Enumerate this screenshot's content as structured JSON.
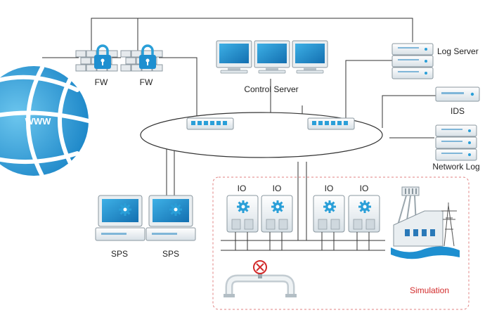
{
  "diagram": {
    "internet": {
      "label": "WWW",
      "icon": "globe-icon"
    },
    "firewalls": [
      {
        "label": "FW",
        "icon": "firewall-lock-icon"
      },
      {
        "label": "FW",
        "icon": "firewall-lock-icon"
      }
    ],
    "control_server": {
      "label": "Control Server",
      "icon": "monitor-icon"
    },
    "log_server": {
      "label": "Log Server",
      "icon": "server-rack-icon"
    },
    "ids": {
      "label": "IDS",
      "icon": "server-unit-icon"
    },
    "network_log": {
      "label": "Network Log",
      "icon": "server-rack-icon"
    },
    "switches": [
      {
        "icon": "network-switch-icon"
      },
      {
        "icon": "network-switch-icon"
      }
    ],
    "sps": [
      {
        "label": "SPS",
        "icon": "workstation-gear-icon"
      },
      {
        "label": "SPS",
        "icon": "workstation-gear-icon"
      }
    ],
    "io_modules": [
      {
        "label": "IO"
      },
      {
        "label": "IO"
      },
      {
        "label": "IO"
      },
      {
        "label": "IO"
      }
    ],
    "simulation": {
      "label": "Simulation",
      "icon": "power-plant-icon"
    },
    "pipe": {
      "icon": "pipe-valve-icon"
    },
    "colors": {
      "globe": "#1a8ccf",
      "globe_light": "#5fbde8",
      "line": "#333333",
      "simulation": "#d22a2a",
      "device": "#eef3f6",
      "device_stroke": "#7f8c94",
      "accent": "#2a9fd8"
    }
  }
}
